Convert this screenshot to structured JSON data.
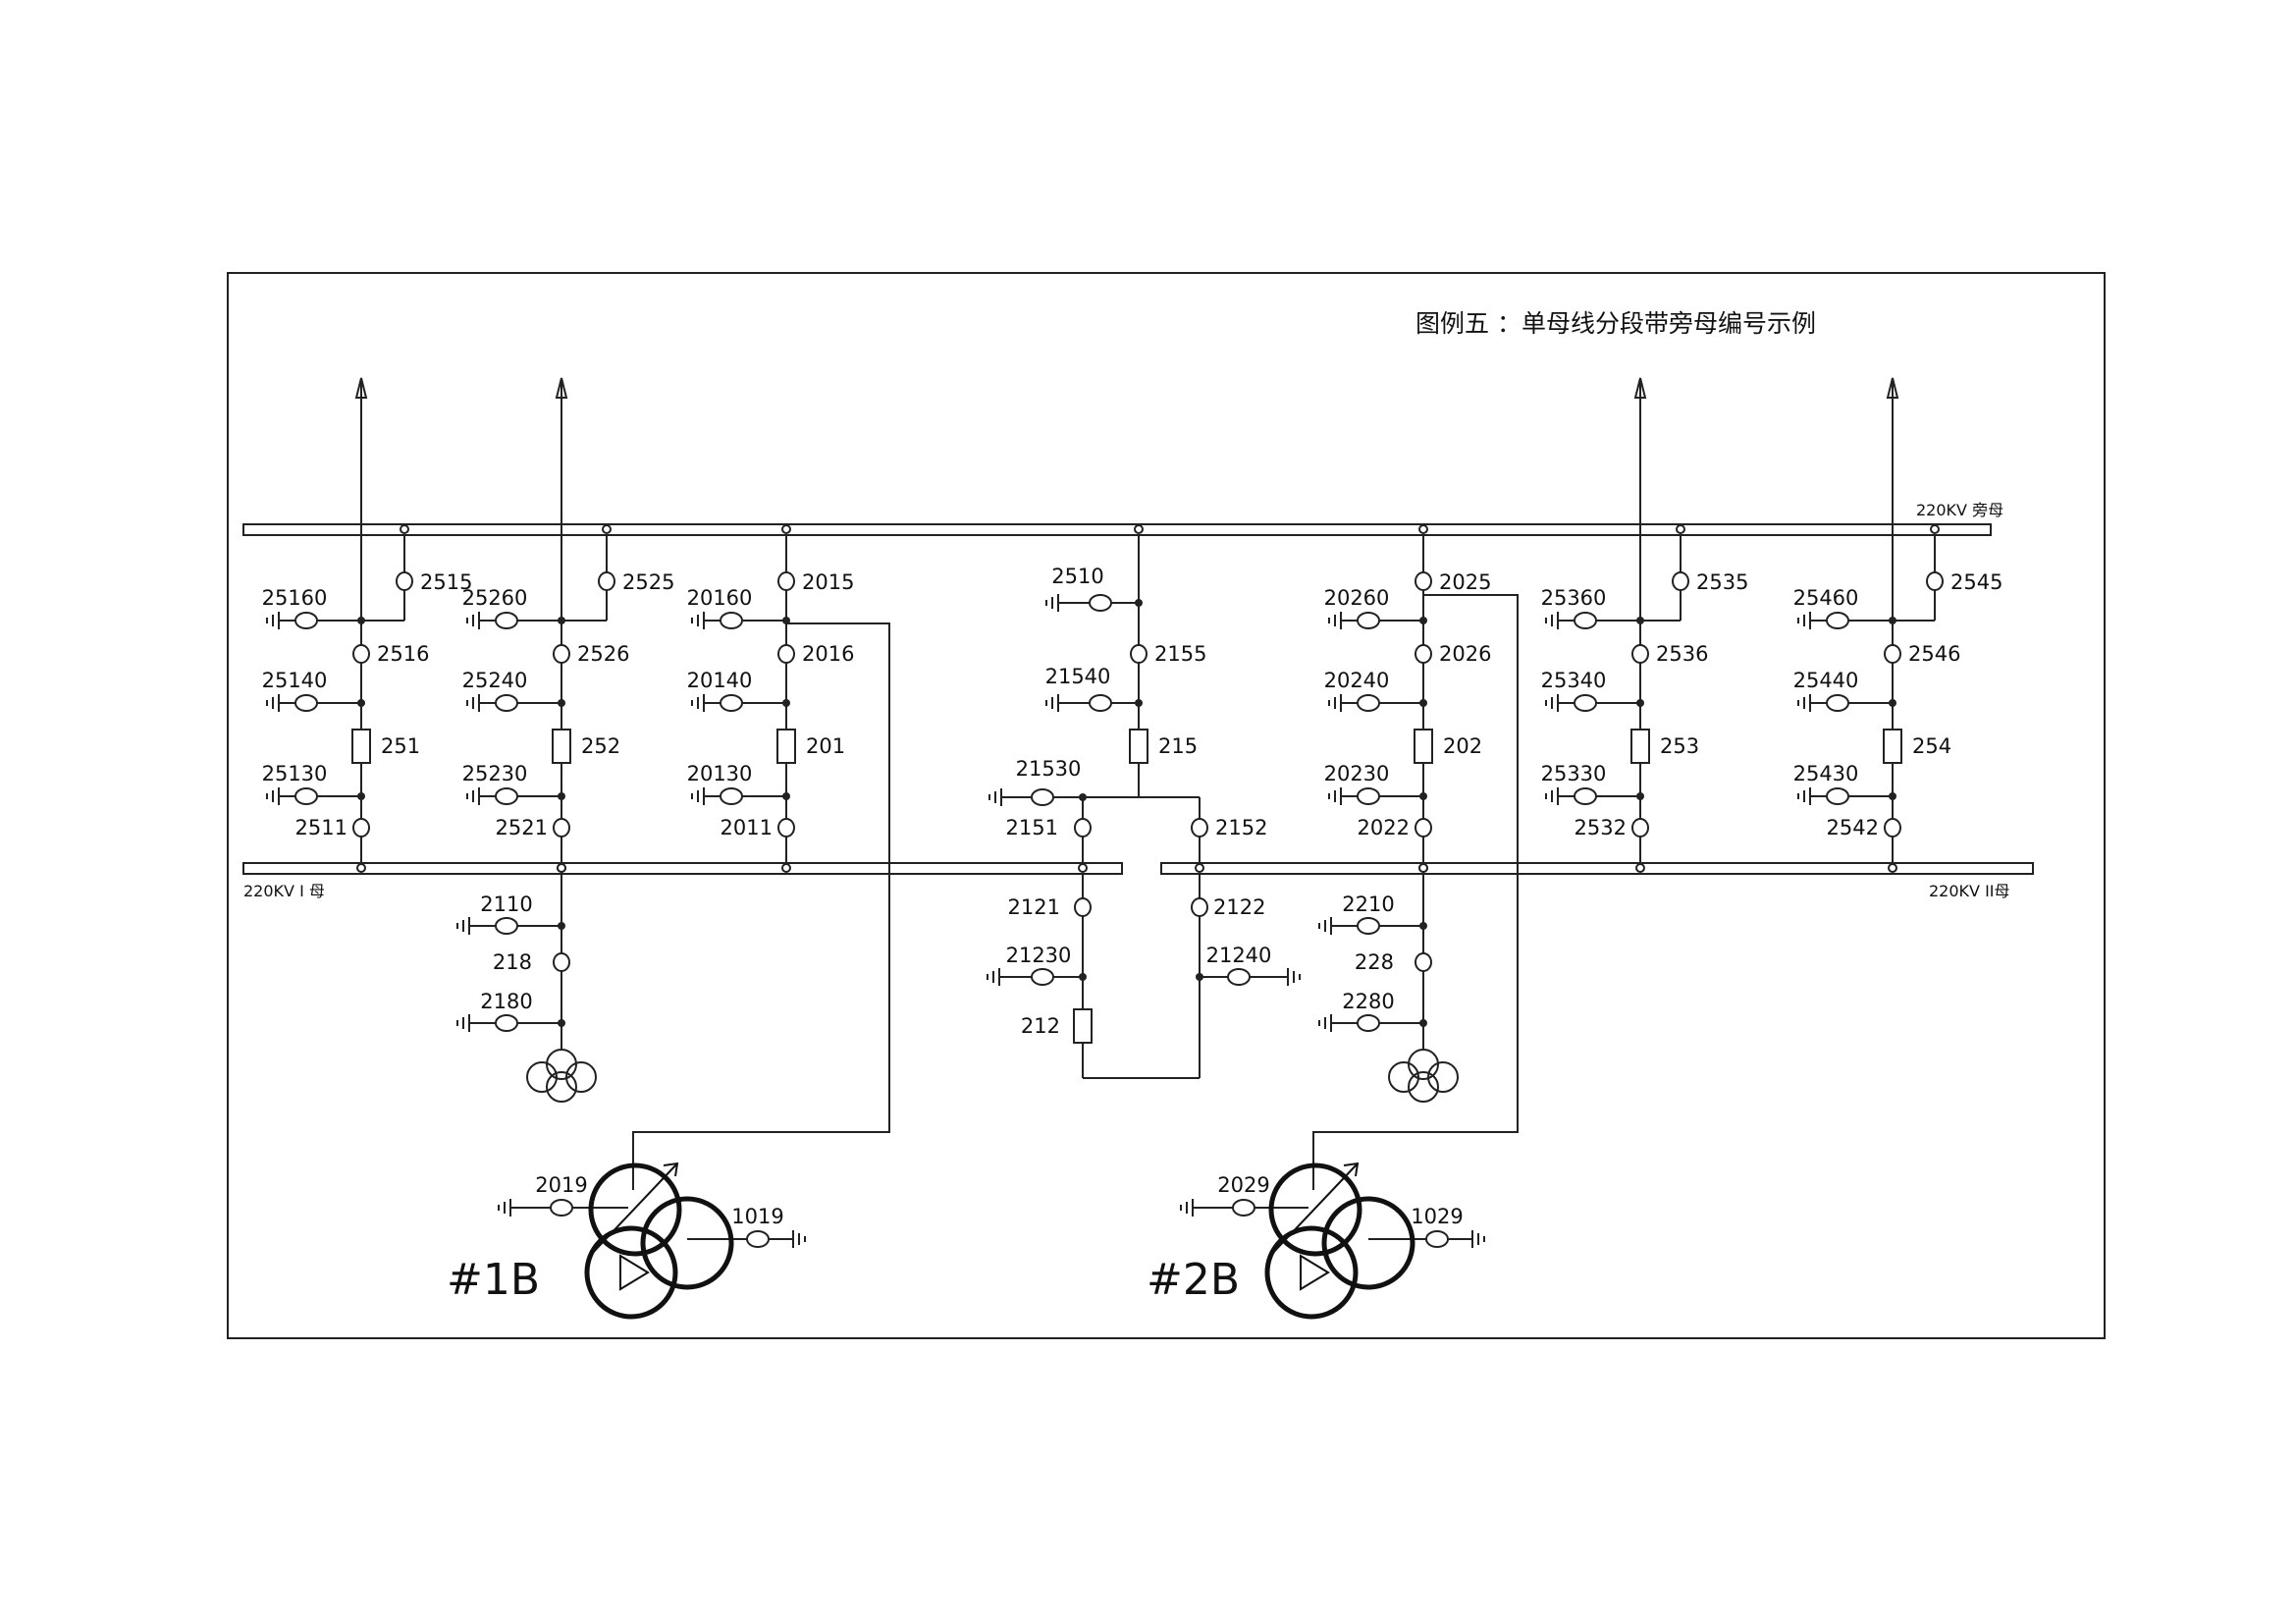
{
  "title": "图例五 ：单母线分段带旁母编号示例",
  "buses": {
    "bypass": "220KV 旁母",
    "bus1": "220KV I 母",
    "bus2": "220KV II母"
  },
  "feeders": [
    {
      "id": "251",
      "bypass": "2515",
      "line": "2516",
      "bus": "2511",
      "g1": "25160",
      "g2": "25140",
      "g3": "25130"
    },
    {
      "id": "252",
      "bypass": "2525",
      "line": "2526",
      "bus": "2521",
      "g1": "25260",
      "g2": "25240",
      "g3": "25230"
    },
    {
      "id": "201",
      "bypass": "2015",
      "line": "2016",
      "bus": "2011",
      "g1": "20160",
      "g2": "20140",
      "g3": "20130"
    },
    {
      "id": "202",
      "bypass": "2025",
      "line": "2026",
      "bus": "2022",
      "g1": "20260",
      "g2": "20240",
      "g3": "20230"
    },
    {
      "id": "253",
      "bypass": "2535",
      "line": "2536",
      "bus": "2532",
      "g1": "25360",
      "g2": "25340",
      "g3": "25330"
    },
    {
      "id": "254",
      "bypass": "2545",
      "line": "2546",
      "bus": "2542",
      "g1": "25460",
      "g2": "25440",
      "g3": "25430"
    }
  ],
  "bypass_bay": {
    "id": "215",
    "top": "2510",
    "mid": "2155",
    "g2": "21540",
    "g3": "21530",
    "left": "2151",
    "right": "2152"
  },
  "bus_coupler": {
    "id": "212",
    "left": "2121",
    "right": "2122",
    "g_left": "21230",
    "g_right": "21240"
  },
  "pt_bays": [
    {
      "main": "2110",
      "mid": "218",
      "low": "2180"
    },
    {
      "main": "2210",
      "mid": "228",
      "low": "2280"
    }
  ],
  "transformers": [
    {
      "name": "#1B",
      "neutral_hv": "2019",
      "neutral_mv": "1019"
    },
    {
      "name": "#2B",
      "neutral_hv": "2029",
      "neutral_mv": "1029"
    }
  ]
}
